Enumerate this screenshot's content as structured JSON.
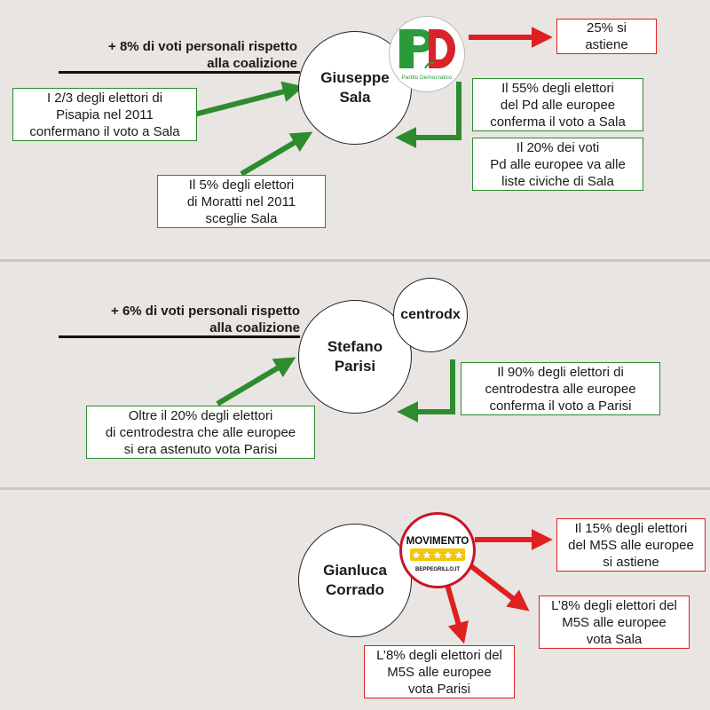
{
  "sala": {
    "candidate_line1": "Giuseppe",
    "candidate_line2": "Sala",
    "coalition_line1": "+ 8% di voti personali rispetto",
    "coalition_line2": "alla coalizione",
    "party_logo_text": "PD",
    "party_logo_caption": "Partito Democratico",
    "box_abstain": "25% si astiene",
    "box_pisapia_l1": "I 2/3 degli elettori di",
    "box_pisapia_l2": "Pisapia nel 2011",
    "box_pisapia_l3": "confermano il voto a Sala",
    "box_moratti_l1": "Il 5% degli elettori",
    "box_moratti_l2": "di Moratti nel 2011",
    "box_moratti_l3": "sceglie Sala",
    "box_pd55_l1": "Il 55% degli elettori",
    "box_pd55_l2": "del Pd alle europee",
    "box_pd55_l3": "conferma il voto a Sala",
    "box_pd20_l1": "Il 20% dei voti",
    "box_pd20_l2": "Pd alle europee va alle",
    "box_pd20_l3": "liste civiche di Sala"
  },
  "parisi": {
    "candidate_line1": "Stefano",
    "candidate_line2": "Parisi",
    "coalition_line1": "+ 6% di voti personali rispetto",
    "coalition_line2": "alla coalizione",
    "party_label": "centrodx",
    "box_cdx90_l1": "Il 90% degli elettori di",
    "box_cdx90_l2": "centrodestra alle europee",
    "box_cdx90_l3": "conferma il voto a Parisi",
    "box_cdx20_l1": "Oltre il 20% degli elettori",
    "box_cdx20_l2": "di centrodestra che alle europee",
    "box_cdx20_l3": "si era astenuto vota Parisi"
  },
  "corrado": {
    "candidate_line1": "Gianluca",
    "candidate_line2": "Corrado",
    "party_logo_text": "MOVIMENTO",
    "party_logo_caption": "BEPPEGRILLO.IT",
    "box_m5s15_l1": "Il 15% degli elettori",
    "box_m5s15_l2": "del M5S alle europee",
    "box_m5s15_l3": "si astiene",
    "box_m5s8sala_l1": "L’8% degli elettori del",
    "box_m5s8sala_l2": "M5S alle europee",
    "box_m5s8sala_l3": "vota Sala",
    "box_m5s8parisi_l1": "L’8% degli elettori del",
    "box_m5s8parisi_l2": "M5S alle europee",
    "box_m5s8parisi_l3": "vota Parisi"
  },
  "colors": {
    "green_arrow": "#2e8b2e",
    "red_arrow": "#e0201f",
    "pd_green": "#2a9a3a",
    "pd_red": "#d8232a",
    "m5s_red": "#c8142a",
    "m5s_yellow": "#f5c800"
  }
}
